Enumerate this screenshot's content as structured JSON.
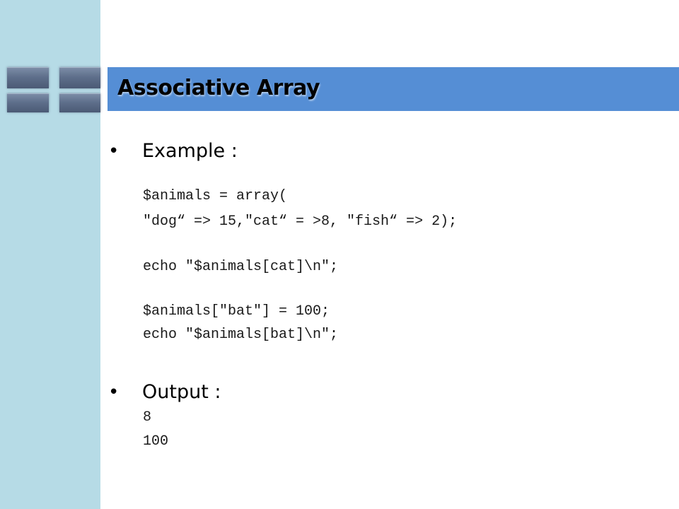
{
  "slide": {
    "title": "Associative Array"
  },
  "bullets": {
    "example_label": "Example :",
    "output_label": "Output :"
  },
  "code": {
    "lines": [
      "$animals = array(",
      "\"dog“ => 15,\"cat“ = >8, \"fish“ => 2);",
      "echo \"$animals[cat]\\n\";",
      "$animals[\"bat\"] = 100;",
      "echo \"$animals[bat]\\n\";"
    ]
  },
  "output": {
    "lines": [
      "8",
      "100"
    ]
  },
  "colors": {
    "sidebar": "#b6dbe6",
    "title_bar": "#558ed5",
    "decor_blocks": "#5e6f8b"
  }
}
